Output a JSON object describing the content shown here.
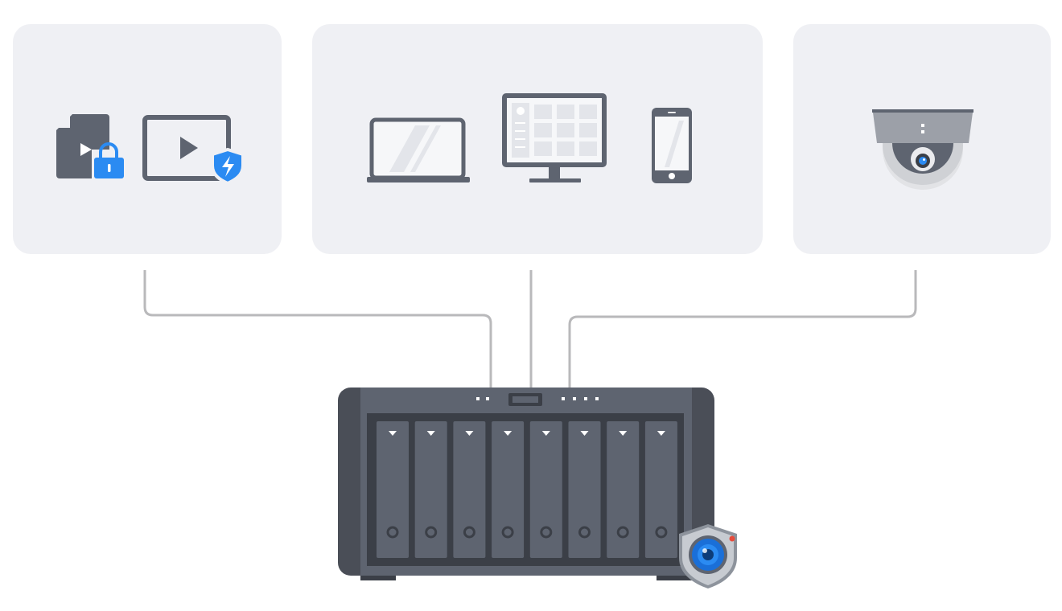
{
  "diagram": {
    "panels": [
      {
        "id": "protected-media",
        "icons": [
          "locked-video-file-icon",
          "protected-video-player-icon"
        ]
      },
      {
        "id": "client-devices",
        "icons": [
          "laptop-icon",
          "desktop-monitor-icon",
          "smartphone-icon"
        ]
      },
      {
        "id": "ip-camera",
        "icons": [
          "dome-camera-icon"
        ]
      }
    ],
    "hub": {
      "device": "nas-icon",
      "bays": 8,
      "badge": "surveillance-shield-icon"
    },
    "connections": [
      {
        "from": "protected-media",
        "to": "nas"
      },
      {
        "from": "client-devices",
        "to": "nas"
      },
      {
        "from": "ip-camera",
        "to": "nas"
      }
    ],
    "colors": {
      "panel_bg": "#eff0f4",
      "device_gray": "#5e6470",
      "device_dark": "#3b3f47",
      "accent_blue": "#2b8bf2",
      "connector": "#b9b9bb"
    }
  }
}
